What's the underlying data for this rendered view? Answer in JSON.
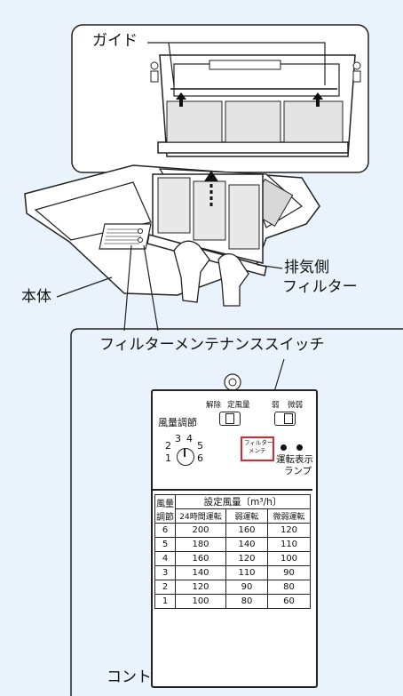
{
  "labels": {
    "guide": "ガイド",
    "exhaust_filter_1": "排気側",
    "exhaust_filter_2": "フィルター",
    "main_body": "本体",
    "maint_switch_title": "フィルターメンテナンススイッチ",
    "control_box": "コントロールボックス"
  },
  "panel": {
    "airflow_adjust": "風量調節",
    "dial_numbers": [
      "2",
      "3",
      "4",
      "5",
      "1",
      "6"
    ],
    "release": "解除",
    "set_airflow": "定風量",
    "weak": "弱",
    "micro_weak": "微弱",
    "maint_btn_1": "フィルター",
    "maint_btn_2": "メンテ",
    "run_lamp_1": "運転表示",
    "run_lamp_2": "ランプ"
  },
  "table": {
    "col_adjust_1": "風量",
    "col_adjust_2": "調節",
    "group_header": "設定風量〔m³/h〕",
    "col_24h": "24時間運転",
    "col_weak": "弱運転",
    "col_micro": "微弱運転",
    "rows": [
      [
        "6",
        "200",
        "160",
        "120"
      ],
      [
        "5",
        "180",
        "140",
        "110"
      ],
      [
        "4",
        "160",
        "120",
        "100"
      ],
      [
        "3",
        "140",
        "110",
        "90"
      ],
      [
        "2",
        "120",
        "90",
        "80"
      ],
      [
        "1",
        "100",
        "80",
        "60"
      ]
    ]
  },
  "colors": {
    "background": "#eaf3fb",
    "highlight": "#e0262b",
    "line": "#222222"
  }
}
